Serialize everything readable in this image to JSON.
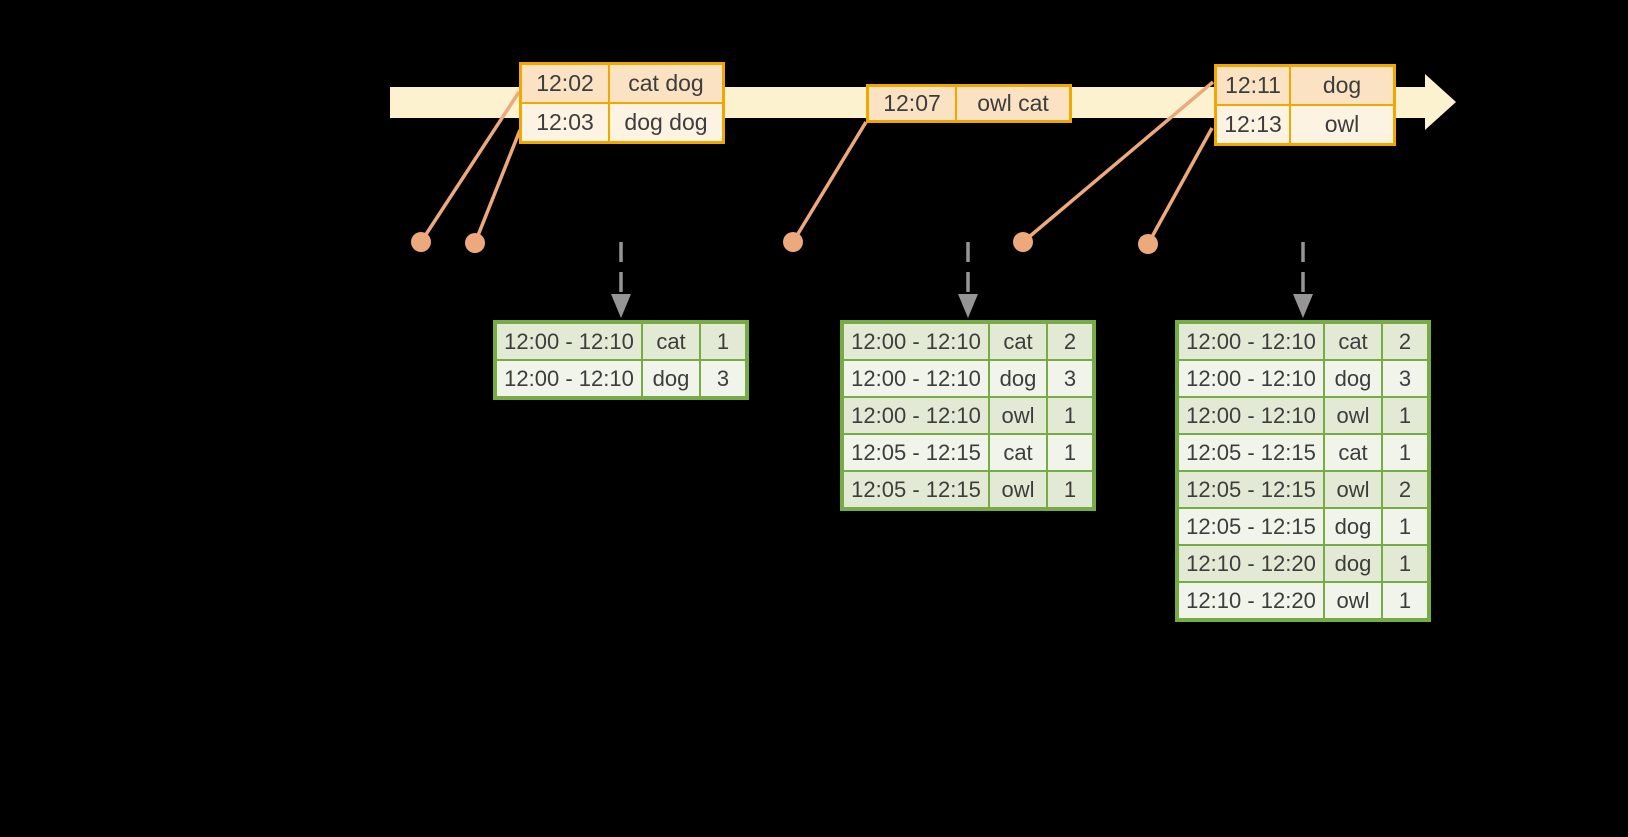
{
  "colors": {
    "background": "#000000",
    "band": "#fdf2cf",
    "event-border": "#f0a800",
    "event-row-a": "#fae2c2",
    "event-row-b": "#fdf3e2",
    "dot": "#eda97c",
    "trigger": "#959595",
    "result-border": "#76ac44",
    "result-row-a": "#e2ead5",
    "result-row-b": "#f0f4ea",
    "text": "#3d3d3d"
  },
  "events": [
    {
      "rows": [
        {
          "time": "12:02",
          "words": "cat dog"
        },
        {
          "time": "12:03",
          "words": "dog dog"
        }
      ]
    },
    {
      "rows": [
        {
          "time": "12:07",
          "words": "owl cat"
        }
      ]
    },
    {
      "rows": [
        {
          "time": "12:11",
          "words": "dog"
        },
        {
          "time": "12:13",
          "words": "owl"
        }
      ]
    }
  ],
  "results": [
    {
      "rows": [
        {
          "window": "12:00 - 12:10",
          "word": "cat",
          "count": "1"
        },
        {
          "window": "12:00 - 12:10",
          "word": "dog",
          "count": "3"
        }
      ]
    },
    {
      "rows": [
        {
          "window": "12:00 - 12:10",
          "word": "cat",
          "count": "2"
        },
        {
          "window": "12:00 - 12:10",
          "word": "dog",
          "count": "3"
        },
        {
          "window": "12:00 - 12:10",
          "word": "owl",
          "count": "1"
        },
        {
          "window": "12:05 - 12:15",
          "word": "cat",
          "count": "1"
        },
        {
          "window": "12:05 - 12:15",
          "word": "owl",
          "count": "1"
        }
      ]
    },
    {
      "rows": [
        {
          "window": "12:00 - 12:10",
          "word": "cat",
          "count": "2"
        },
        {
          "window": "12:00 - 12:10",
          "word": "dog",
          "count": "3"
        },
        {
          "window": "12:00 - 12:10",
          "word": "owl",
          "count": "1"
        },
        {
          "window": "12:05 - 12:15",
          "word": "cat",
          "count": "1"
        },
        {
          "window": "12:05 - 12:15",
          "word": "owl",
          "count": "2"
        },
        {
          "window": "12:05 - 12:15",
          "word": "dog",
          "count": "1"
        },
        {
          "window": "12:10 - 12:20",
          "word": "dog",
          "count": "1"
        },
        {
          "window": "12:10 - 12:20",
          "word": "owl",
          "count": "1"
        }
      ]
    }
  ]
}
